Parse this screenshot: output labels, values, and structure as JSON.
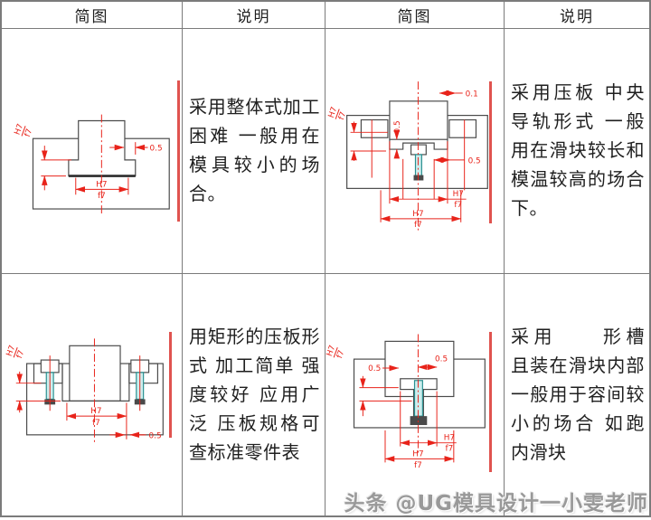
{
  "page": {
    "watermark": "头条 @UG模具设计一小雯老师"
  },
  "table": {
    "headers": [
      "简图",
      "说明",
      "简图",
      "说明"
    ],
    "cells": {
      "desc1": "采用整体式加工困难 一般用在模具较小的场合。",
      "desc2": "采用压板 中央导轨形式 一般用在滑块较长和模温较高的场合下。",
      "desc3": "用矩形的压板形式 加工简单 强度较好 应用广泛 压板规格可查标准零件表",
      "desc4": "采用　　形槽 且装在滑块内部 一般用于容间较小的场合 如跑内滑块"
    }
  },
  "dims": {
    "h7": "H7",
    "f7": "f7",
    "v05": "0.5",
    "v01": "0.1"
  },
  "colors": {
    "dimension_red": "#e8231a",
    "accent_bar": "#e0534f",
    "bolt_stroke": "#2a9090",
    "bolt_fill": "#cdeeee",
    "table_border": "#7b7b7b",
    "watermark_gray": "#999999"
  }
}
